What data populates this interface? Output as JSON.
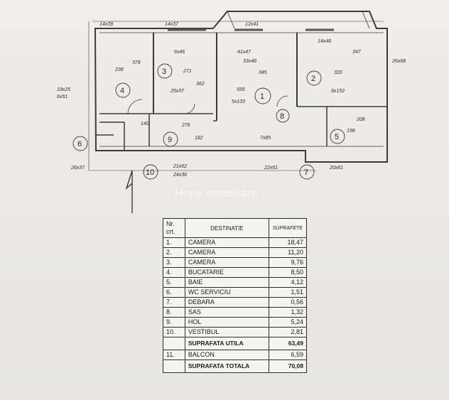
{
  "watermark": "Hope Imobiliare",
  "table": {
    "headers": {
      "nr": "Nr.\ncrt.",
      "dest": "DESTINATIE",
      "area": "SUPRAFETE"
    },
    "rows": [
      {
        "nr": "1.",
        "dest": "CAMERA",
        "area": "18,47"
      },
      {
        "nr": "2.",
        "dest": "CAMERA",
        "area": "11,20"
      },
      {
        "nr": "3.",
        "dest": "CAMERA",
        "area": "9,76"
      },
      {
        "nr": "4.",
        "dest": "BUCATARIE",
        "area": "8,50"
      },
      {
        "nr": "5.",
        "dest": "BAIE",
        "area": "4,12"
      },
      {
        "nr": "6.",
        "dest": "WC SERVICIU",
        "area": "1,51"
      },
      {
        "nr": "7.",
        "dest": "DEBARA",
        "area": "0,56"
      },
      {
        "nr": "8.",
        "dest": "SAS",
        "area": "1,32"
      },
      {
        "nr": "9.",
        "dest": "HOL",
        "area": "5,24"
      },
      {
        "nr": "10.",
        "dest": "VESTIBUL",
        "area": "2,81"
      }
    ],
    "util": {
      "nr": "",
      "dest": "SUPRAFATA UTILA",
      "area": "63,49"
    },
    "balcon": {
      "nr": "11.",
      "dest": "BALCON",
      "area": "6,59"
    },
    "total": {
      "nr": "",
      "dest": "SUPRAFATA TOTALA",
      "area": "70,08"
    }
  },
  "plan": {
    "room_numbers": [
      "1",
      "2",
      "3",
      "4",
      "5",
      "6",
      "7",
      "8",
      "9",
      "10"
    ],
    "dimensions": [
      "14x39",
      "14x37",
      "12x41",
      "14x48",
      "26x68",
      "6x46",
      "41x47",
      "33x48",
      "238",
      "271",
      "345",
      "320",
      "19x25",
      "6x51",
      "25x37",
      "5x133",
      "8x152",
      "276",
      "182",
      "7x85",
      "208",
      "198",
      "26x37",
      "21x62",
      "22x61",
      "24x36",
      "20x61",
      "378",
      "362",
      "555",
      "347",
      "140"
    ]
  }
}
